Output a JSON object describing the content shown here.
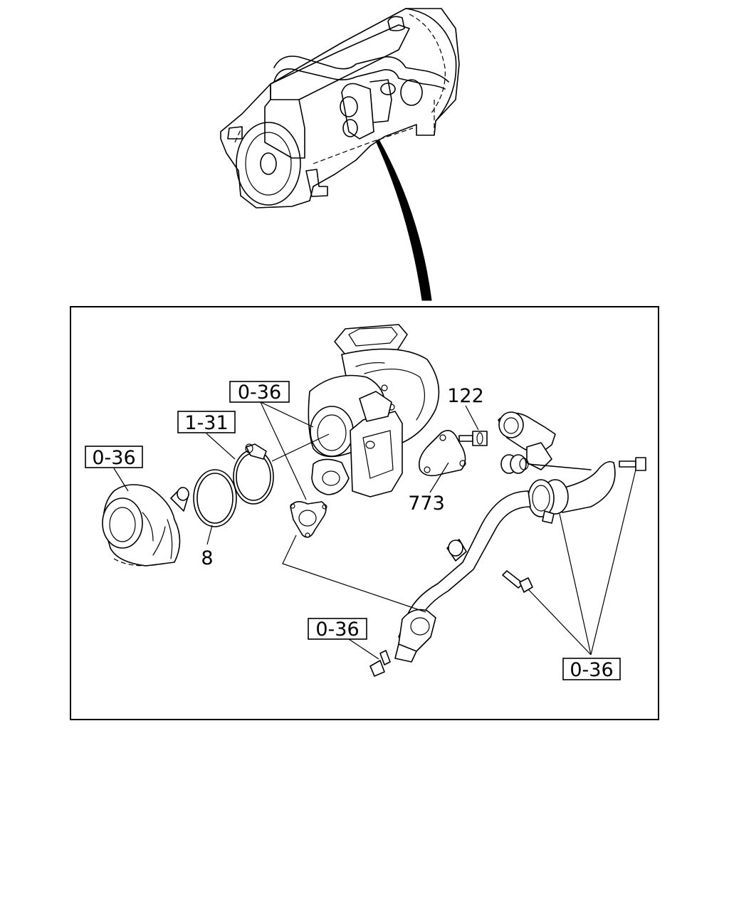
{
  "labels": {
    "ref_036_top": "0-36",
    "ref_131": "1-31",
    "ref_036_left": "0-36",
    "ref_036_bottom": "0-36",
    "ref_036_right": "0-36",
    "part_8": "8",
    "part_122": "122",
    "part_773": "773"
  }
}
